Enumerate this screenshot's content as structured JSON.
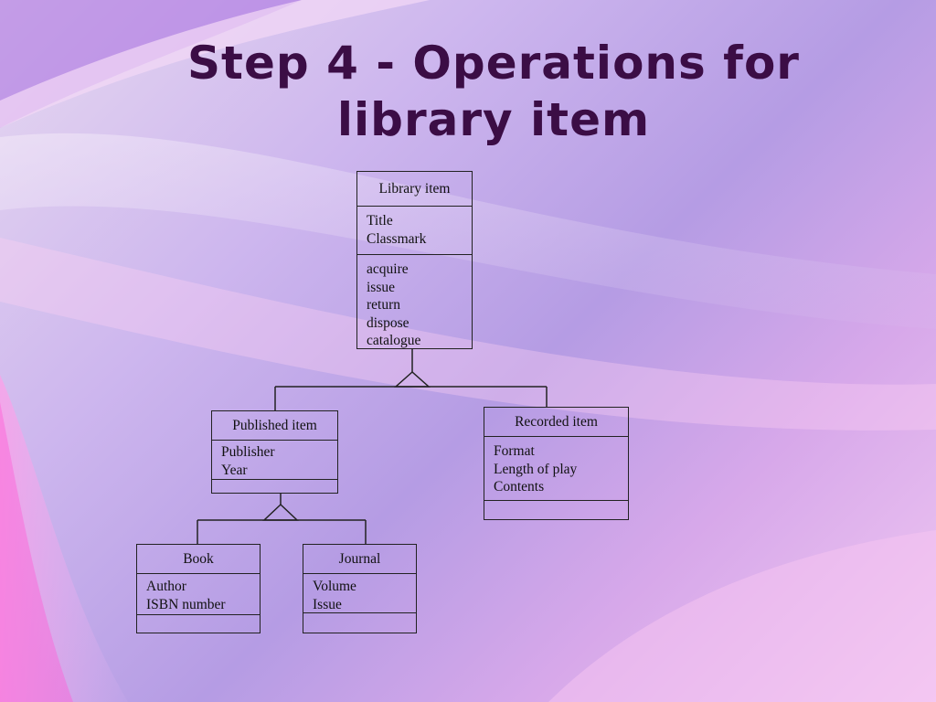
{
  "slide": {
    "title_line1": "Step 4 - Operations for",
    "title_line2": "library item"
  },
  "diagram": {
    "classes": {
      "library_item": {
        "name": "Library item",
        "attributes": [
          "Title",
          "Classmark"
        ],
        "operations": [
          "acquire",
          "issue",
          "return",
          "dispose",
          "catalogue"
        ]
      },
      "published_item": {
        "name": "Published item",
        "attributes": [
          "Publisher",
          "Year"
        ],
        "operations": []
      },
      "recorded_item": {
        "name": "Recorded item",
        "attributes": [
          "Format",
          "Length of play",
          "Contents"
        ],
        "operations": []
      },
      "book": {
        "name": "Book",
        "attributes": [
          "Author",
          "ISBN number"
        ],
        "operations": []
      },
      "journal": {
        "name": "Journal",
        "attributes": [
          "Volume",
          "Issue"
        ],
        "operations": []
      }
    },
    "generalizations": [
      {
        "parent": "Library item",
        "children": [
          "Published item",
          "Recorded item"
        ]
      },
      {
        "parent": "Published item",
        "children": [
          "Book",
          "Journal"
        ]
      }
    ],
    "colors": {
      "title": "#3b0d45",
      "line": "#222222"
    }
  }
}
